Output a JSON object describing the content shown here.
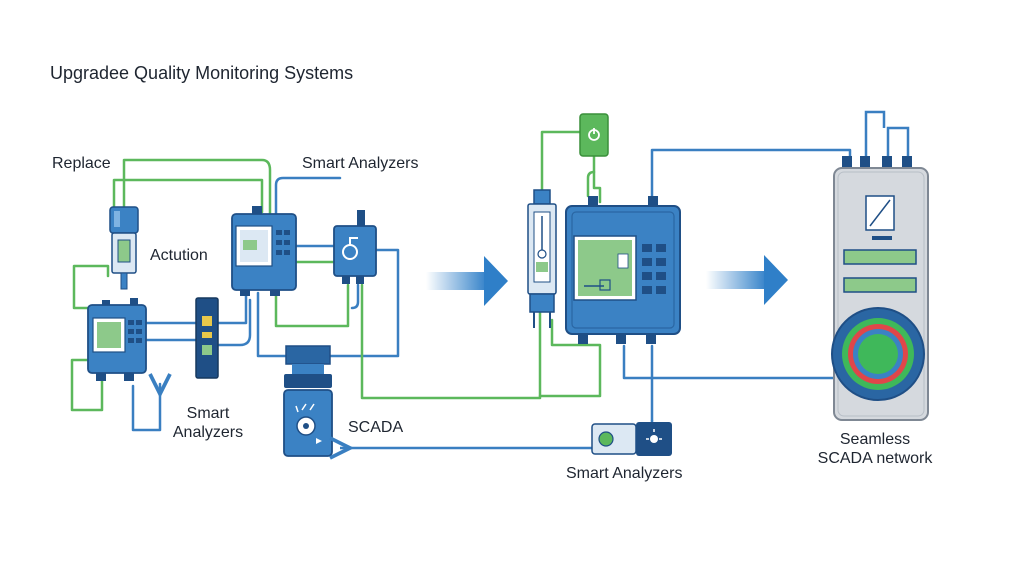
{
  "title": "Upgradee Quality Monitoring Systems",
  "labels": {
    "replace": "Replace",
    "smart_analyzers_top": "Smart Analyzers",
    "actution": "Actution",
    "smart_analyzers_left": "Smart\nAnalyzers",
    "scada": "SCADA",
    "smart_analyzers_bottom": "Smart Analyzers",
    "seamless": "Seamless\nSCADA network"
  },
  "colors": {
    "green_line": "#5cb85c",
    "blue_line": "#3a7fc1",
    "device_blue": "#3b82c4",
    "device_dark": "#1f4f86",
    "screen_green": "#8dc98a",
    "arrow_blue": "#2f7fc8",
    "cabinet_grey": "#d5d9de",
    "ring_red": "#e0464a",
    "ring_green": "#3fb85a"
  }
}
